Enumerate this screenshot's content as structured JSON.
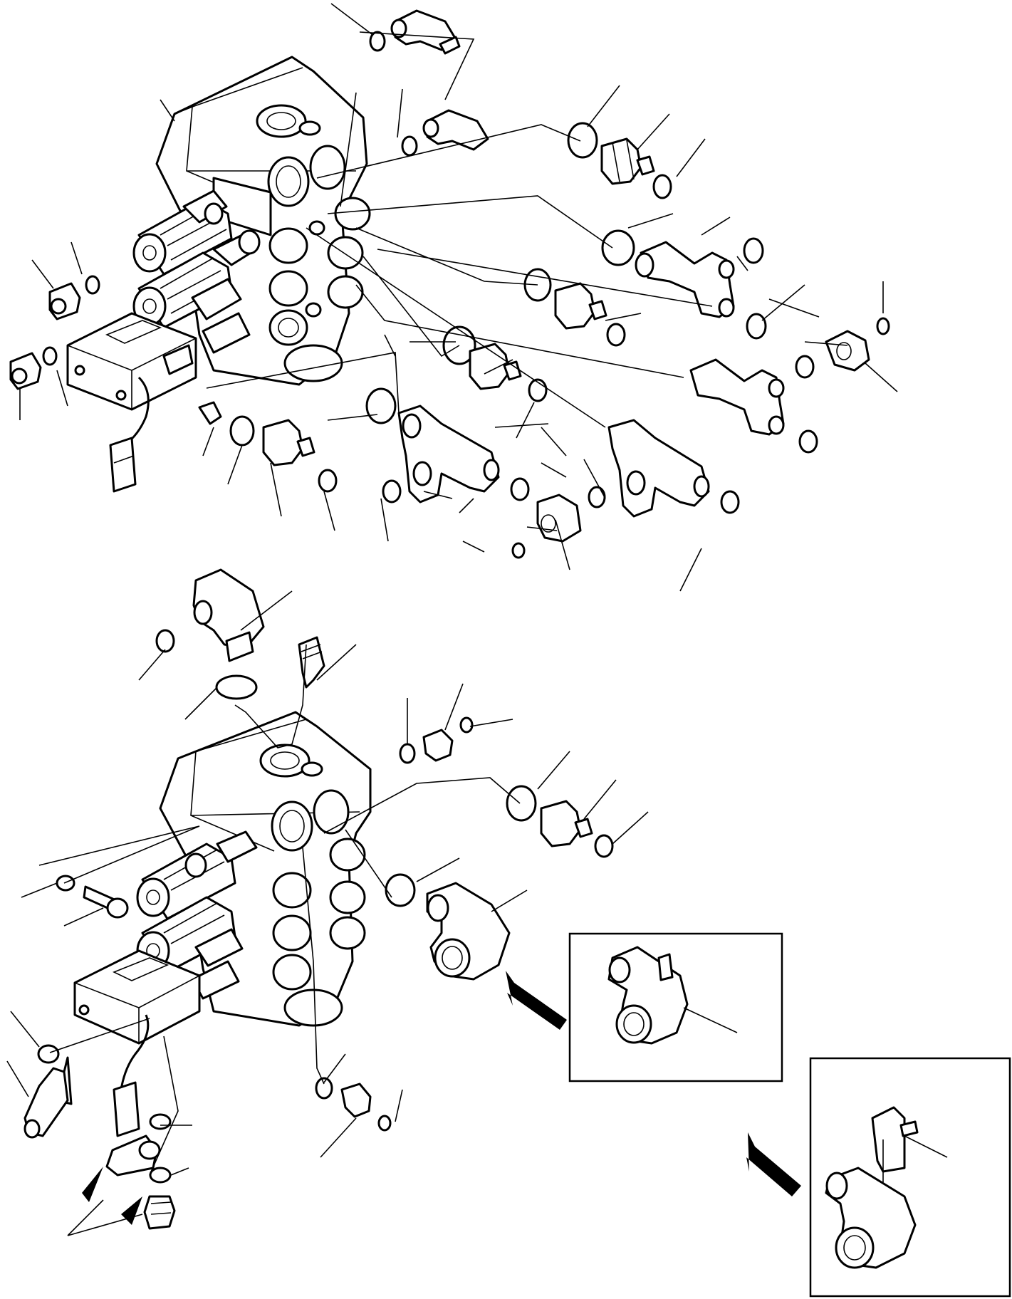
{
  "diagram": {
    "kind": "exploded-parts-view",
    "line_color": "#000000",
    "background_color": "#ffffff",
    "views": [
      {
        "id": "upper-assembly",
        "label": ""
      },
      {
        "id": "lower-assembly",
        "label": ""
      },
      {
        "id": "detail-elbow-inset",
        "label": ""
      },
      {
        "id": "detail-tee-inset",
        "label": ""
      }
    ],
    "callouts": {
      "upper": 38,
      "lower": 26,
      "detail_elbow": 1,
      "detail_tee": 1
    },
    "icons": [
      "view-arrow-icon"
    ]
  }
}
